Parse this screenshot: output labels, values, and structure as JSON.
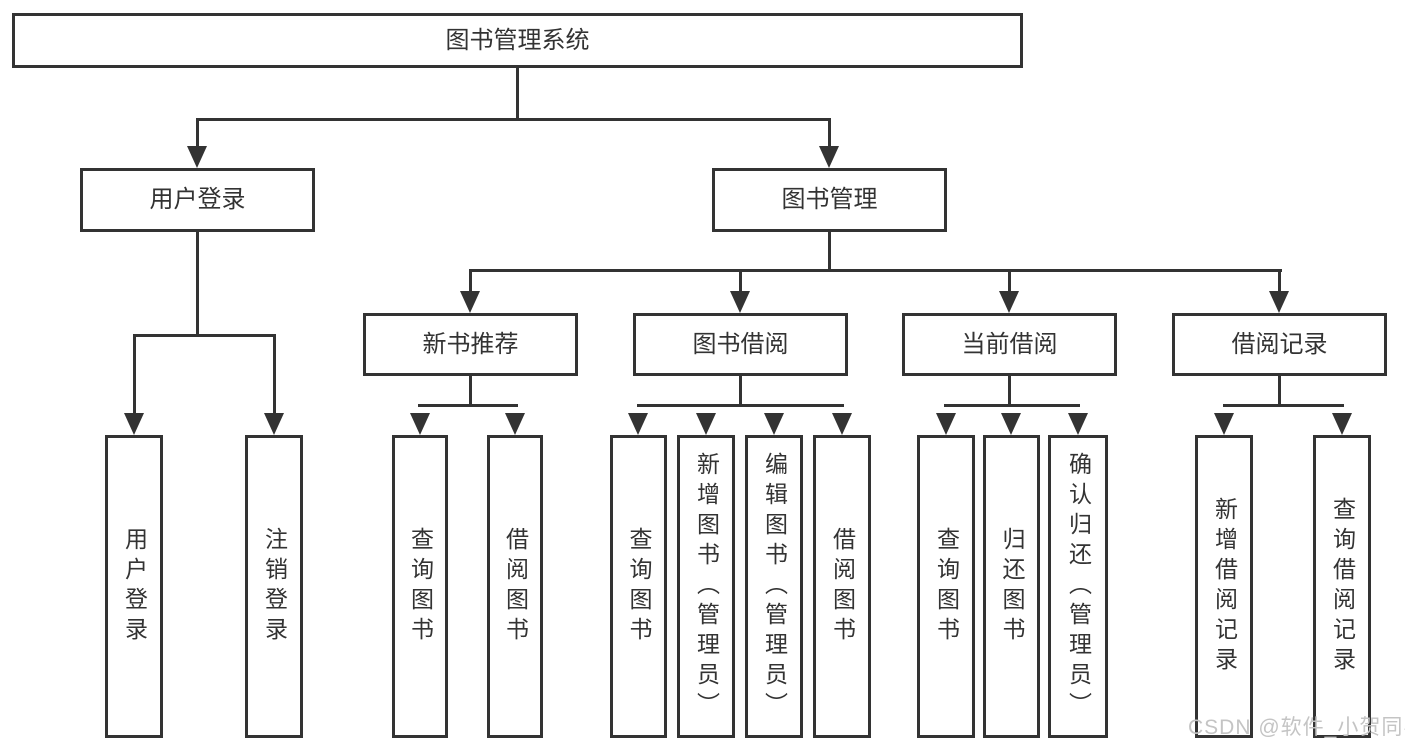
{
  "diagram": {
    "title": "图书管理系统",
    "tree": {
      "label": "图书管理系统",
      "children": [
        {
          "label": "用户登录",
          "children": [
            {
              "label": "用户登录"
            },
            {
              "label": "注销登录"
            }
          ]
        },
        {
          "label": "图书管理",
          "children": [
            {
              "label": "新书推荐",
              "children": [
                {
                  "label": "查询图书"
                },
                {
                  "label": "借阅图书"
                }
              ]
            },
            {
              "label": "图书借阅",
              "children": [
                {
                  "label": "查询图书"
                },
                {
                  "label": "新增图书（管理员）"
                },
                {
                  "label": "编辑图书（管理员）"
                },
                {
                  "label": "借阅图书"
                }
              ]
            },
            {
              "label": "当前借阅",
              "children": [
                {
                  "label": "查询图书"
                },
                {
                  "label": "归还图书"
                },
                {
                  "label": "确认归还（管理员）"
                }
              ]
            },
            {
              "label": "借阅记录",
              "children": [
                {
                  "label": "新增借阅记录"
                },
                {
                  "label": "查询借阅记录"
                }
              ]
            }
          ]
        }
      ]
    },
    "watermark": "CSDN @软件_小贺同学",
    "colors": {
      "line": "#333333",
      "text": "#333333",
      "watermark": "#c4c4c4",
      "background": "#ffffff"
    }
  }
}
